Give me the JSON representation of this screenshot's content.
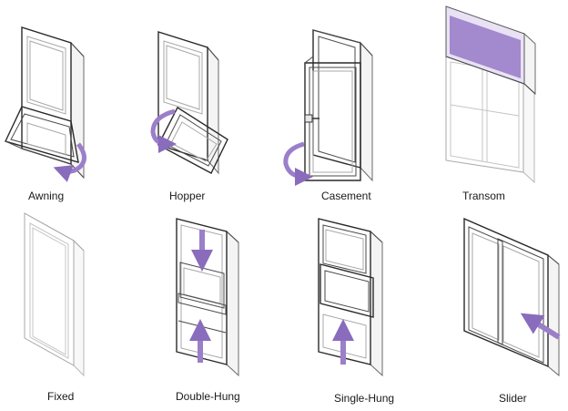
{
  "windows": [
    {
      "label": "Awning"
    },
    {
      "label": "Hopper"
    },
    {
      "label": "Casement"
    },
    {
      "label": "Transom"
    },
    {
      "label": "Fixed"
    },
    {
      "label": "Double-Hung"
    },
    {
      "label": "Single-Hung"
    },
    {
      "label": "Slider"
    }
  ],
  "colors": {
    "accent": "#9b7fc9",
    "accent_dark": "#7d5fb0",
    "frame": "#4a4a4a",
    "frame_light": "#b0b0b0"
  }
}
